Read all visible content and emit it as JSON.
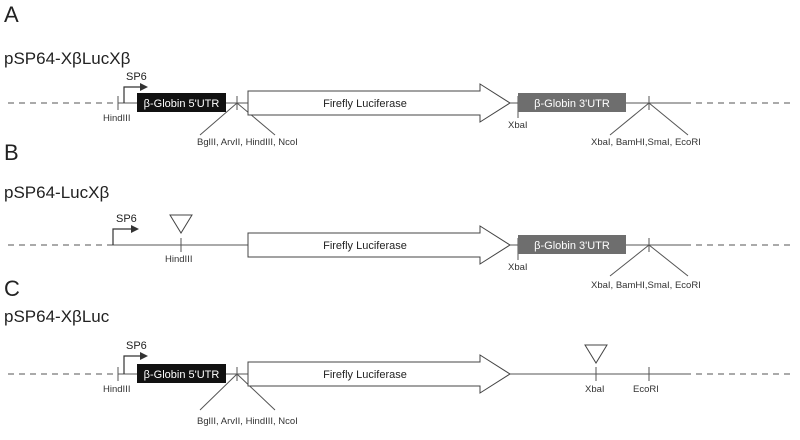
{
  "panels": [
    {
      "letter": "A",
      "name": "pSP64-XβLucXβ",
      "promoter": "SP6",
      "five_utr": "β-Globin 5'UTR",
      "gene": "Firefly Luciferase",
      "three_utr": "β-Globin 3'UTR",
      "sites": {
        "left": "HindIII",
        "junction": "BglII, ArvII, HindIII, NcoI",
        "mid": "XbaI",
        "right": "XbaI, BamHI,SmaI, EcoRI"
      }
    },
    {
      "letter": "B",
      "name": "pSP64-LucXβ",
      "promoter": "SP6",
      "gene": "Firefly Luciferase",
      "three_utr": "β-Globin 3'UTR",
      "sites": {
        "left": "HindIII",
        "mid": "XbaI",
        "right": "XbaI, BamHI,SmaI, EcoRI"
      }
    },
    {
      "letter": "C",
      "name": "pSP64-XβLuc",
      "promoter": "SP6",
      "five_utr": "β-Globin 5'UTR",
      "gene": "Firefly Luciferase",
      "sites": {
        "left": "HindIII",
        "junction": "BglII, ArvII, HindIII, NcoI",
        "mid": "XbaI",
        "right": "EcoRI"
      }
    }
  ],
  "colors": {
    "five_utr_fill": "#111111",
    "three_utr_fill": "#6e6e6e",
    "utr_text": "#ffffff",
    "line": "#555555"
  }
}
